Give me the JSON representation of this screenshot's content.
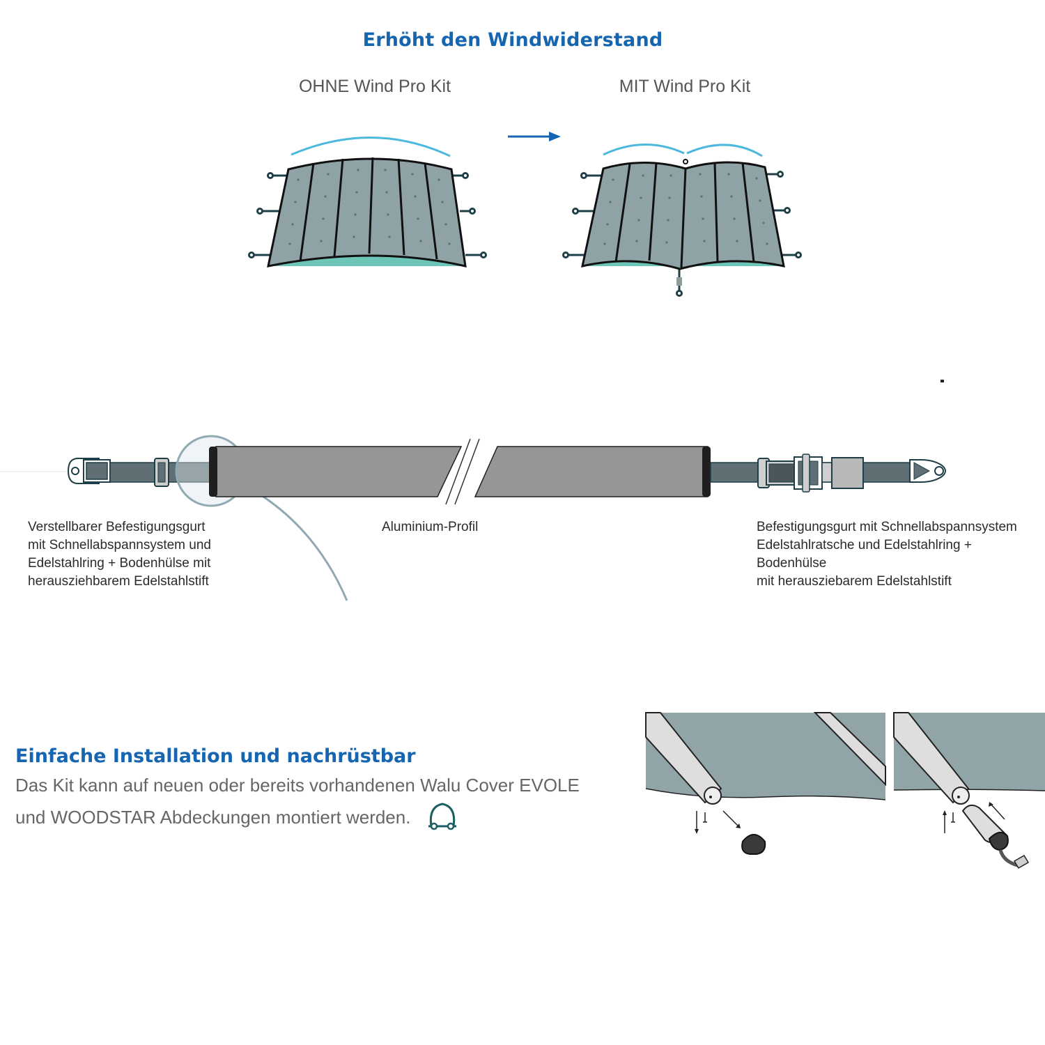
{
  "header": {
    "title": "Erhöht den Windwiderstand",
    "label_without": "OHNE Wind Pro Kit",
    "label_with": "MIT Wind Pro Kit"
  },
  "profile": {
    "label_left": "Verstellbarer Befestigungsgurt\nmit Schnellabspannsystem und\nEdelstahlring + Bodenhülse mit\nherausziehbarem Edelstahlstift",
    "label_center": "Aluminium-Profil",
    "label_right": "Befestigungsgurt mit Schnellabspannsystem\nEdelstahlratsche und Edelstahlring + Bodenhülse\nmit herausziebarem Edelstahlstift"
  },
  "installation": {
    "title": "Einfache Installation und nachrüstbar",
    "body_line1": "Das Kit kann auf neuen oder bereits vorhandenen Walu Cover EVOLE",
    "body_line2": "und WOODSTAR Abdeckungen montiert werden."
  },
  "colors": {
    "title_blue": "#1565b0",
    "cover_gray": "#8fa3a6",
    "wind_arc": "#4bb8dc",
    "water": "#6cc5b6",
    "strap": "#5f6f73",
    "profile_gray": "#969696",
    "arrow_blue": "#1565b0",
    "icon_teal": "#1b5e63"
  },
  "icons": [
    "arrow-right-icon",
    "cover-profile-icon"
  ]
}
